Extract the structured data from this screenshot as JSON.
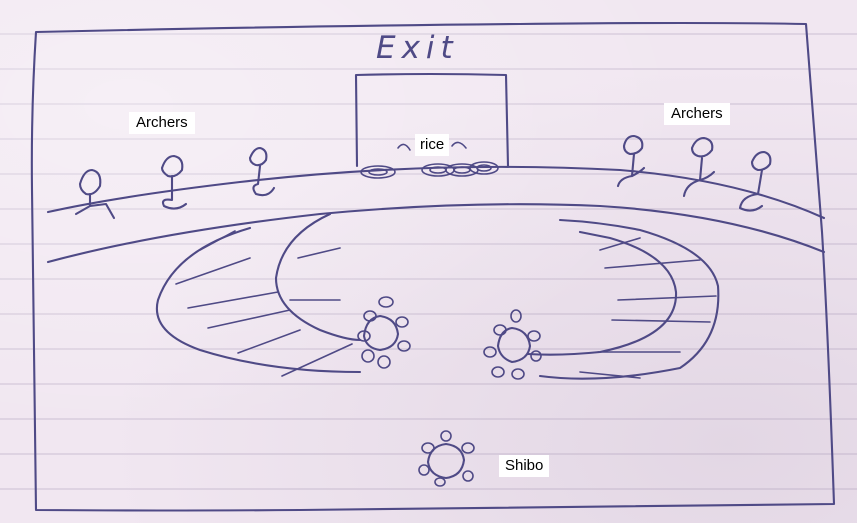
{
  "sketch": {
    "exit_label": "Exit",
    "labels": {
      "archers_left": "Archers",
      "archers_right": "Archers",
      "rice": "rice",
      "shibo": "Shibo"
    },
    "icons": {
      "archer": "stick-figure-icon",
      "rice_bowl": "bowl-icon",
      "player": "top-down-figure-icon"
    }
  }
}
